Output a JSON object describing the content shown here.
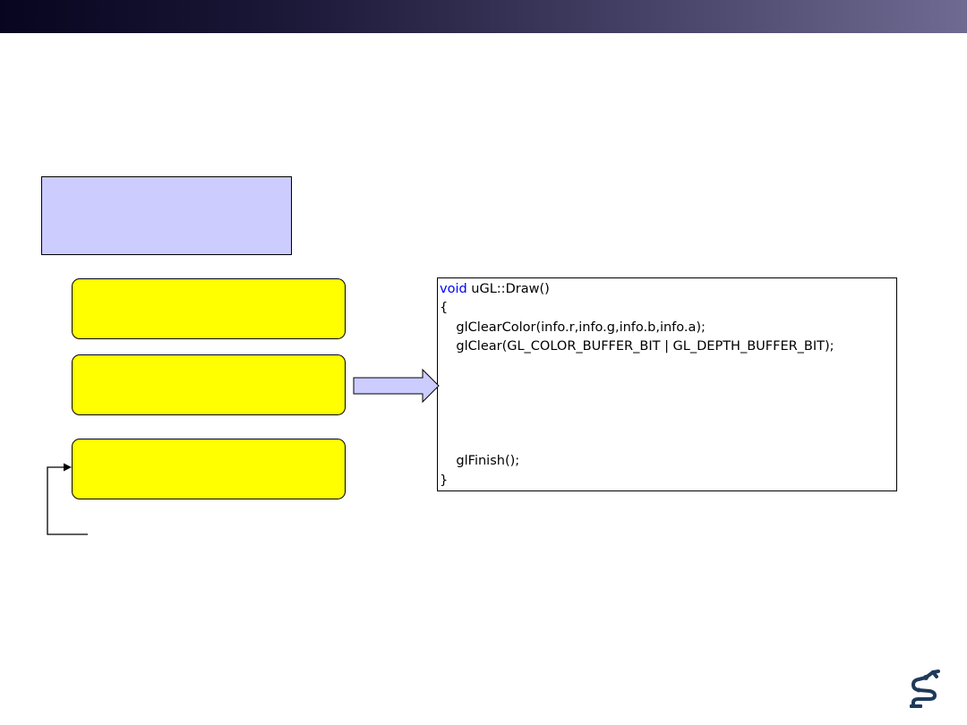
{
  "colors": {
    "title_box_fill": "#ccccff",
    "step_box_fill": "#ffff00",
    "arrow_fill": "#ccccff",
    "keyword": "#0000ff",
    "logo": "#1f3a5a"
  },
  "code": {
    "line1_keyword": "void",
    "line1_rest": " uGL::Draw()",
    "line2": "{",
    "line3": "    glClearColor(info.r,info.g,info.b,info.a);",
    "line4": "    glClear(GL_COLOR_BUFFER_BIT | GL_DEPTH_BUFFER_BIT);",
    "line5": "    glFinish();",
    "line6": "}"
  },
  "icons": {
    "logo": "robot-arm-logo",
    "arrow": "right-block-arrow",
    "loop": "loop-back-connector"
  }
}
